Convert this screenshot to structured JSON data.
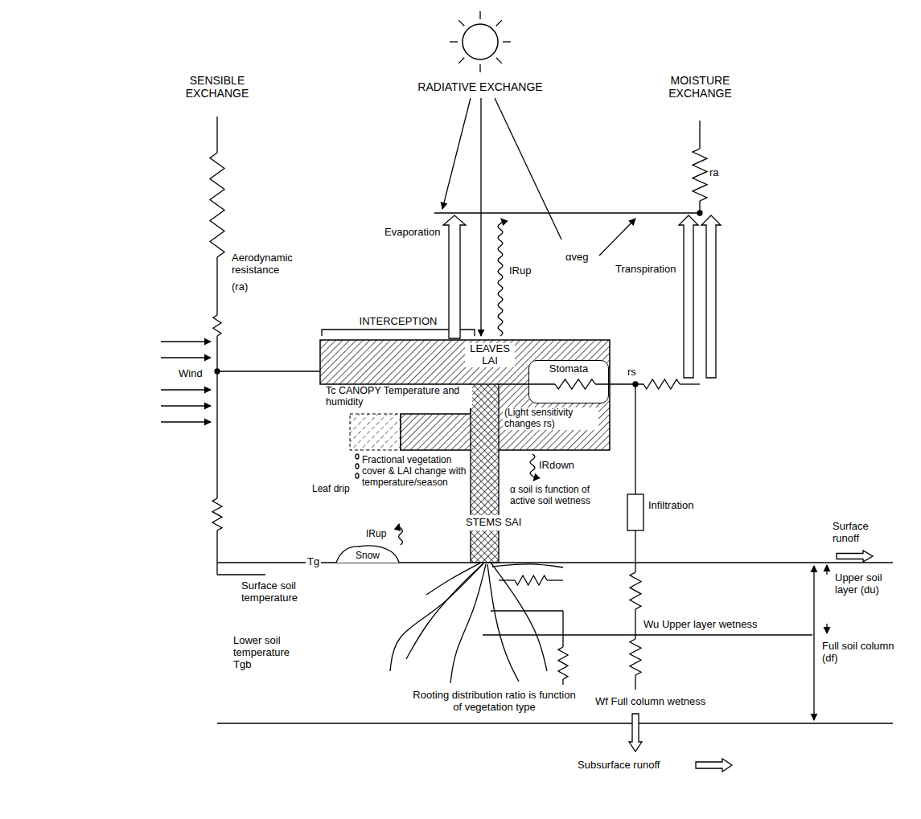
{
  "diagram": {
    "nodes": [
      {
        "text": [
          "LEAVES LAI"
        ]
      },
      {
        "text": [
          "Stomata"
        ],
        "in": 0
      },
      {
        "text": [
          "STEMS SAI"
        ]
      },
      {
        "text": [
          "Snow"
        ]
      }
    ],
    "labels": [
      "SENSIBLE EXCHANGE",
      "RADIATIVE EXCHANGE",
      "MOISTURE EXCHANGE",
      "Aerodynamic resistance",
      "(ra)",
      "ra",
      "Evaporation",
      "IRup",
      "αveg",
      "Transpiration",
      "INTERCEPTION",
      "Wind",
      "Tc CANOPY Temperature and humidity",
      "(Light sensitivity changes rs)",
      "rs",
      "Fractional vegetation cover & LAI change with temperature/season",
      "Leaf drip",
      "IRdown",
      "α soil is function of active soil wetness",
      "Infiltration",
      "Surface runoff",
      "IRup",
      "Tg",
      "Surface soil temperature",
      "Upper soil layer (du)",
      "Wu Upper layer wetness",
      "Full soil column (df)",
      "Lower soil temperature Tgb",
      "Wf Full column wetness",
      "Rooting distribution ratio is function of vegetation type",
      "Subsurface runoff"
    ]
  }
}
